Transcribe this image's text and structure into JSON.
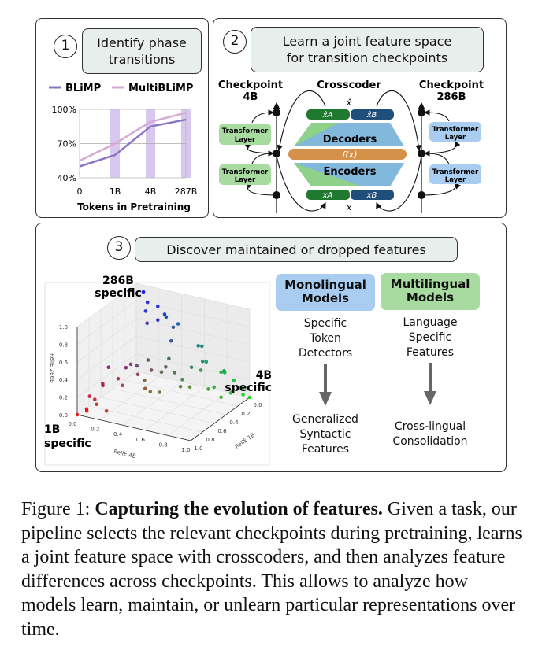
{
  "panel1": {
    "number": "1",
    "title_line1": "Identify phase",
    "title_line2": "transitions",
    "chart_data": {
      "type": "line",
      "categories": [
        "0",
        "1B",
        "4B",
        "287B"
      ],
      "series": [
        {
          "name": "BLiMP",
          "values": [
            50,
            60,
            85,
            91
          ],
          "color": "#8a76c4"
        },
        {
          "name": "MultiBLiMP",
          "values": [
            55,
            70,
            89,
            97
          ],
          "color": "#d7aad6"
        }
      ],
      "highlighted_categories": [
        "1B",
        "4B",
        "287B"
      ],
      "highlight_color": "#d8c8f0",
      "yticks": [
        "40%",
        "70%",
        "100%"
      ],
      "ylim": [
        40,
        100
      ],
      "xlabel": "Tokens in Pretraining",
      "ylabel": ""
    }
  },
  "panel2": {
    "number": "2",
    "title_line1": "Learn a joint feature space",
    "title_line2": "for transition checkpoints",
    "left_label_1": "Checkpoint",
    "left_label_2": "4B",
    "center_label": "Crosscoder",
    "right_label_1": "Checkpoint",
    "right_label_2": "286B",
    "transformer_line1": "Transformer",
    "transformer_line2": "Layer",
    "x_hat": "x̂",
    "x_hat_a": "x̂A",
    "x_hat_b": "x̂B",
    "decoders": "Decoders",
    "fx": "f(x)",
    "encoders": "Encoders",
    "x_a": "xA",
    "x_b": "xB",
    "x": "x",
    "colors": {
      "green": "#a8dba0",
      "blue": "#a9cdf0",
      "dark_green": "#1f7a30",
      "dark_blue": "#1f4e7a",
      "orange": "#d4914a"
    }
  },
  "panel3": {
    "number": "3",
    "title": "Discover maintained or dropped features",
    "scatter": {
      "type": "scatter",
      "label_286b_1": "286B",
      "label_286b_2": "specific",
      "label_1b_1": "1B",
      "label_1b_2": "specific",
      "label_4b_1": "4B",
      "label_4b_2": "specific",
      "z_axis_title": "RelIE 286B",
      "x_axis_title": "RelIE 4B",
      "y_axis_title": "RelIE 1B",
      "z_ticks": [
        "0.0",
        "0.2",
        "0.4",
        "0.6",
        "0.8",
        "1.0"
      ],
      "x_ticks": [
        "0.0",
        "0.2",
        "0.4",
        "0.6",
        "0.8",
        "1.0"
      ],
      "y_ticks": [
        "0.0",
        "0.2",
        "0.4",
        "0.6",
        "0.8",
        "1.0"
      ],
      "points_w1b_w4b_w286b": [
        [
          0,
          0,
          1
        ],
        [
          0,
          0.05,
          0.95
        ],
        [
          0,
          0.1,
          0.9
        ],
        [
          0.05,
          0.1,
          0.85
        ],
        [
          0,
          0.2,
          0.8
        ],
        [
          0.1,
          0.15,
          0.75
        ],
        [
          0,
          0.25,
          0.75
        ],
        [
          0.05,
          0.3,
          0.65
        ],
        [
          0.2,
          0.1,
          0.7
        ],
        [
          0,
          0.35,
          0.65
        ],
        [
          0.1,
          0.3,
          0.6
        ],
        [
          0,
          1,
          0
        ],
        [
          0,
          0.95,
          0.05
        ],
        [
          0,
          0.9,
          0.1
        ],
        [
          0.05,
          0.9,
          0.05
        ],
        [
          0,
          0.85,
          0.15
        ],
        [
          0.1,
          0.85,
          0.05
        ],
        [
          0,
          0.8,
          0.2
        ],
        [
          0.05,
          0.75,
          0.2
        ],
        [
          0,
          0.7,
          0.3
        ],
        [
          0.1,
          0.75,
          0.15
        ],
        [
          0.15,
          0.8,
          0.05
        ],
        [
          0,
          0.65,
          0.35
        ],
        [
          0.05,
          0.6,
          0.35
        ],
        [
          0.2,
          0.7,
          0.1
        ],
        [
          0.1,
          0.65,
          0.25
        ],
        [
          0,
          0.55,
          0.45
        ],
        [
          0.05,
          0.5,
          0.45
        ],
        [
          0.1,
          0.55,
          0.35
        ],
        [
          1,
          0,
          0
        ],
        [
          0.95,
          0,
          0.05
        ],
        [
          0.9,
          0.05,
          0.05
        ],
        [
          0.85,
          0,
          0.15
        ],
        [
          0.8,
          0.1,
          0.1
        ],
        [
          0.85,
          0.1,
          0.05
        ],
        [
          0.75,
          0.05,
          0.2
        ],
        [
          0.7,
          0.1,
          0.2
        ],
        [
          0.8,
          0.15,
          0.05
        ],
        [
          0.5,
          0.1,
          0.4
        ],
        [
          0.55,
          0.05,
          0.4
        ],
        [
          0.45,
          0.15,
          0.4
        ],
        [
          0.5,
          0.2,
          0.3
        ],
        [
          0.6,
          0.2,
          0.2
        ],
        [
          0.4,
          0.3,
          0.3
        ],
        [
          0.45,
          0.35,
          0.2
        ],
        [
          0.35,
          0.4,
          0.25
        ],
        [
          0.3,
          0.5,
          0.2
        ],
        [
          0.4,
          0.45,
          0.15
        ],
        [
          0.25,
          0.45,
          0.3
        ],
        [
          0.3,
          0.35,
          0.35
        ],
        [
          0.2,
          0.4,
          0.4
        ],
        [
          0.35,
          0.25,
          0.4
        ],
        [
          0.55,
          0.3,
          0.15
        ],
        [
          0.5,
          0.4,
          0.1
        ],
        [
          0.3,
          0.6,
          0.1
        ],
        [
          0.2,
          0.55,
          0.25
        ],
        [
          0.4,
          0.2,
          0.4
        ],
        [
          0.6,
          0.1,
          0.3
        ]
      ]
    },
    "mono": {
      "title_1": "Monolingual",
      "title_2": "Models",
      "from_1": "Specific",
      "from_2": "Token",
      "from_3": "Detectors",
      "to_1": "Generalized",
      "to_2": "Syntactic",
      "to_3": "Features"
    },
    "multi": {
      "title_1": "Multilingual",
      "title_2": "Models",
      "from_1": "Language",
      "from_2": "Specific",
      "from_3": "Features",
      "to_1": "Cross-lingual",
      "to_2": "Consolidation"
    }
  },
  "caption": {
    "label": "Figure 1:",
    "bold": "Capturing the evolution of features.",
    "text": "Given a task, our pipeline selects the relevant checkpoints during pretraining, learns a joint feature space with crosscoders, and then analyzes feature differences across checkpoints. This allows to analyze how models learn, maintain, or unlearn particular representations over time."
  }
}
